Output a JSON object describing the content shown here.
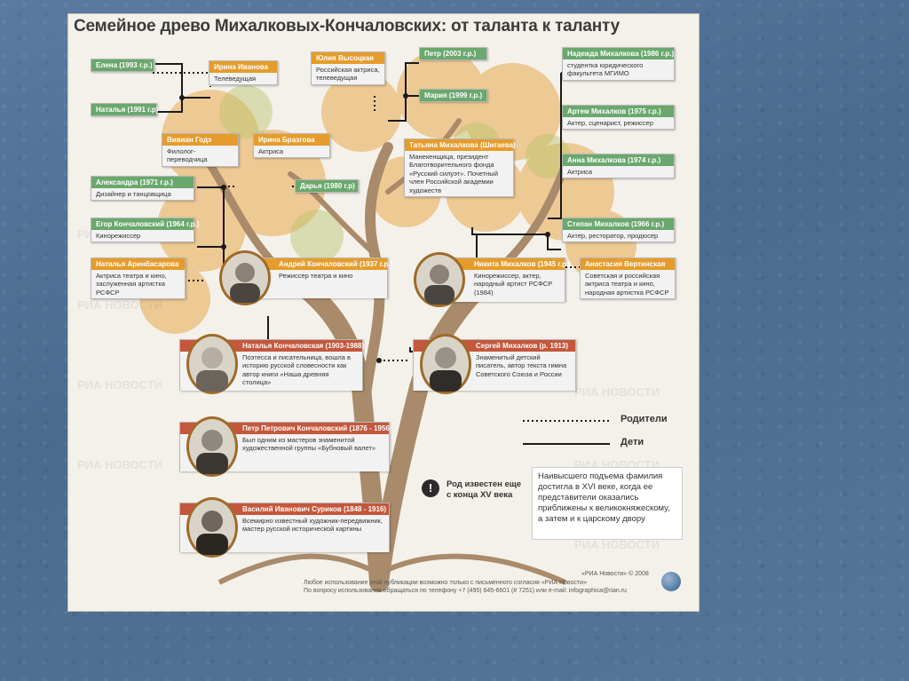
{
  "title": "Семейное древо Михалковых-Кончаловских: от таланта к таланту",
  "watermark": "РИА НОВОСТИ",
  "cards": {
    "elena": {
      "name": "Елена (1993 г.р.)",
      "desc": ""
    },
    "natalia91": {
      "name": "Наталья (1991 г.р)",
      "desc": ""
    },
    "irina_ivanova": {
      "name": "Ирина Иванова",
      "desc": "Телеведущая"
    },
    "yulia": {
      "name": "Юлия Высоцкая",
      "desc": "Российская актриса, телеведущая"
    },
    "petr2003": {
      "name": "Петр (2003 г.р.)",
      "desc": ""
    },
    "maria": {
      "name": "Мария (1999 г.р.)",
      "desc": ""
    },
    "nadezhda": {
      "name": "Надежда Михалкова (1986 г.р.)",
      "desc": "студентка юридического факультета МГИМО"
    },
    "artem": {
      "name": "Артем Михалков (1975 г.р.)",
      "desc": "Актер, сценарист, режиссер"
    },
    "anna": {
      "name": "Анна Михалкова (1974 г.р.)",
      "desc": "Актриса"
    },
    "vivian": {
      "name": "Вивиан Годэ",
      "desc": "Филолог-переводчица"
    },
    "irina_brazgova": {
      "name": "Ирина Бразгова",
      "desc": "Актриса"
    },
    "tatiana": {
      "name": "Татьяна Михалкова (Шигаева)",
      "desc": "Манекенщица, президент Благотворительного фонда «Русский силуэт». Почетный член Российской академии художеств"
    },
    "alexandra": {
      "name": "Александра (1971 г.р.)",
      "desc": "Дизайнер и танцовщица"
    },
    "daria": {
      "name": "Дарья (1980 г.р)",
      "desc": ""
    },
    "egor": {
      "name": "Егор Кончаловский (1964 г.р.)",
      "desc": "Кинорежиссер"
    },
    "stepan": {
      "name": "Степан Михалков (1966 г.р.)",
      "desc": "Актер, ресторатор, продюсер"
    },
    "natalia_arinb": {
      "name": "Наталья Аринбасарова",
      "desc": "Актриса театра и кино, заслуженная артистка РСФСР"
    },
    "andrei": {
      "name": "Андрей Кончаловский (1937 г.р.)",
      "desc": "Режиссер театра и кино"
    },
    "nikita": {
      "name": "Никита Михалков (1945 г.р.)",
      "desc": "Кинорежиссер, актер, народный артист РСФСР (1984)"
    },
    "anastasia": {
      "name": "Анастасия Вертинская",
      "desc": "Советская и российская актриса театра и кино, народная артистка РСФСР"
    },
    "natalia_konch": {
      "name": "Наталья Кончаловская (1903-1988)",
      "desc": "Поэтесса и писательница, вошла в историю русской словесности как автор книги «Наша древняя столица»"
    },
    "sergei": {
      "name": "Сергей Михалков (р. 1913)",
      "desc": "Знаменитый детский писатель, автор текста гимна Советского Союза и России"
    },
    "petr_petrovich": {
      "name": "Петр Петрович Кончаловский (1876 - 1956)",
      "desc": "Был одним из мастеров знаменитой художественной группы «Бубновый валет»"
    },
    "vasily": {
      "name": "Василий Иванович Суриков (1848 - 1916)",
      "desc": "Всемирно известный художник-передвижник, мастер русской исторической картины"
    }
  },
  "legend": {
    "parents": "Родители",
    "children": "Дети"
  },
  "notes": {
    "roots": "Род известен еще с конца XV века",
    "peak": "Наивысшего подъема фамилия достигла в XVI веке, когда ее представители оказались приближены к великокняжескому, а затем и к царскому двору"
  },
  "footer": {
    "copyright": "«РИА Новости» © 2008",
    "line1": "Любое использование этой публикации возможно только с письменного согласия «РИА Новости»",
    "line2": "По вопросу использования обращаться по телефону +7 (495) 645-6601 (# 7251) или e-mail: infographica@rian.ru"
  },
  "colors": {
    "green": "#6aa86d",
    "orange": "#e69c2b",
    "red": "#c4573c",
    "trunk": "#a98a6a",
    "leaves": "#e8a64a"
  }
}
